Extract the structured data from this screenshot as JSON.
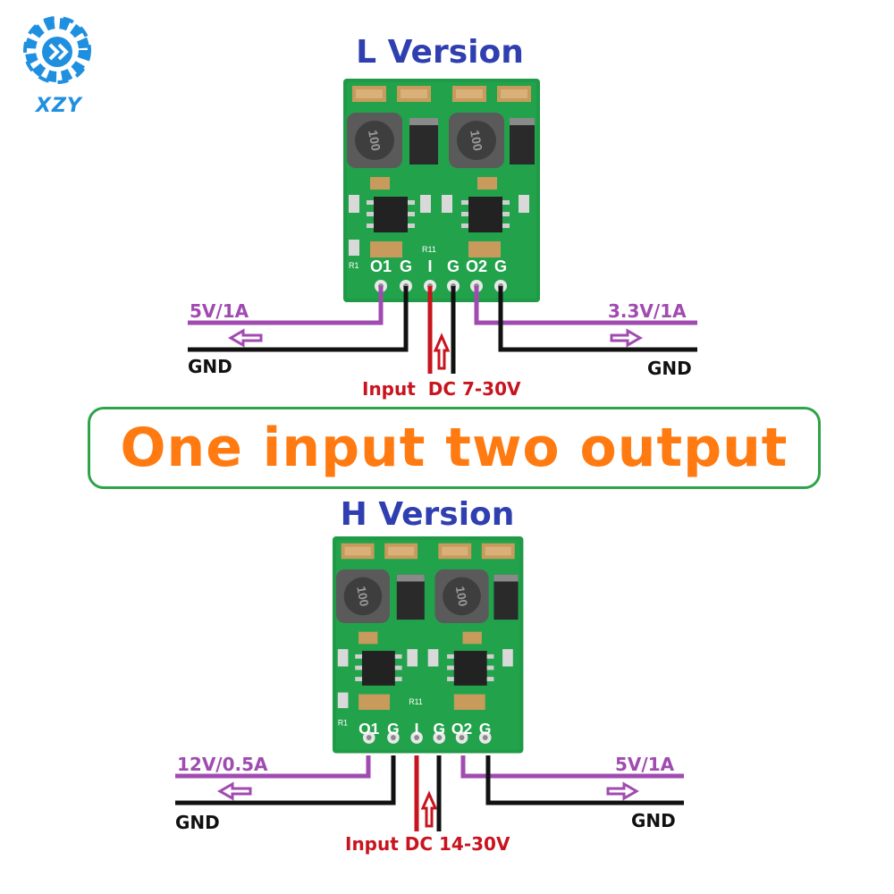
{
  "logo": {
    "text": "XZY"
  },
  "banner": {
    "text": "One input two output"
  },
  "colors": {
    "title": "#2f3fb0",
    "banner_text": "#ff7a10",
    "banner_border": "#2fa34a",
    "output_wire": "#a04bb0",
    "input_wire": "#c8141e",
    "gnd_wire": "#111111",
    "pcb": "#1f9a46"
  },
  "boards": [
    {
      "title": "L Version",
      "pins": [
        "O1",
        "G",
        "I",
        "G",
        "O2",
        "G"
      ],
      "silkscreen": [
        "R1",
        "R11"
      ],
      "inductor_marking": "100",
      "out1": "5V/1A",
      "out2": "3.3V/1A",
      "gnd_left": "GND",
      "gnd_right": "GND",
      "input": "Input  DC 7-30V"
    },
    {
      "title": "H Version",
      "pins": [
        "O1",
        "G",
        "I",
        "G",
        "O2",
        "G"
      ],
      "silkscreen": [
        "R1",
        "R11"
      ],
      "inductor_marking": "100",
      "out1": "12V/0.5A",
      "out2": "5V/1A",
      "gnd_left": "GND",
      "gnd_right": "GND",
      "input": "Input DC 14-30V"
    }
  ]
}
